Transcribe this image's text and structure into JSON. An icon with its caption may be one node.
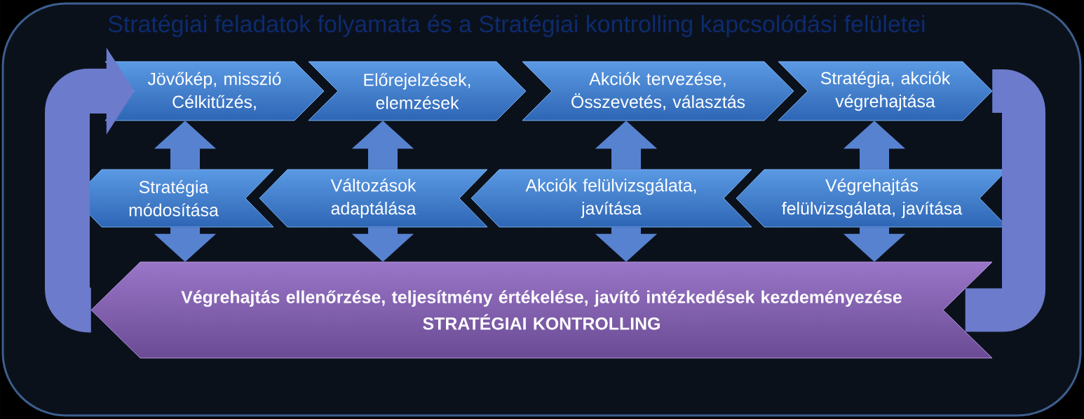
{
  "diagram": {
    "title": "Stratégiai feladatok folyamata és a Stratégiai kontrolling kapcsolódási felületei",
    "nodes": [
      {
        "text": [
          "Jövőkép, misszió Célkitűzés,"
        ]
      },
      {
        "text": [
          "Előrejelzések, elemzések"
        ]
      },
      {
        "text": [
          "Akciók tervezése, Összevetés, választás"
        ]
      },
      {
        "text": [
          "Stratégia, akciók végrehajtása"
        ]
      },
      {
        "text": [
          "Stratégia módosítása"
        ]
      },
      {
        "text": [
          "Változások adaptálása"
        ]
      },
      {
        "text": [
          "Akciók felülvizsgálata, javítása"
        ]
      },
      {
        "text": [
          "Végrehajtás felülvizsgálata, javítása"
        ]
      },
      {
        "text": [
          "Végrehajtás ellenőrzése, teljesítmény értékelése, javító intézkedések kezdeményezése",
          "STRATÉGIAI KONTROLLING"
        ]
      }
    ],
    "edges": [
      {
        "from": 4,
        "to": 0,
        "arrow": "to"
      },
      {
        "from": 5,
        "to": 1,
        "arrow": "to"
      },
      {
        "from": 6,
        "to": 2,
        "arrow": "to"
      },
      {
        "from": 7,
        "to": 3,
        "arrow": "to"
      },
      {
        "from": 4,
        "to": 8,
        "arrow": "to"
      },
      {
        "from": 5,
        "to": 8,
        "arrow": "to"
      },
      {
        "from": 6,
        "to": 8,
        "arrow": "to"
      },
      {
        "from": 7,
        "to": 8,
        "arrow": "to"
      },
      {
        "from": 3,
        "to": 8,
        "arrow": "none"
      },
      {
        "from": 8,
        "to": 0,
        "arrow": "to"
      }
    ]
  }
}
